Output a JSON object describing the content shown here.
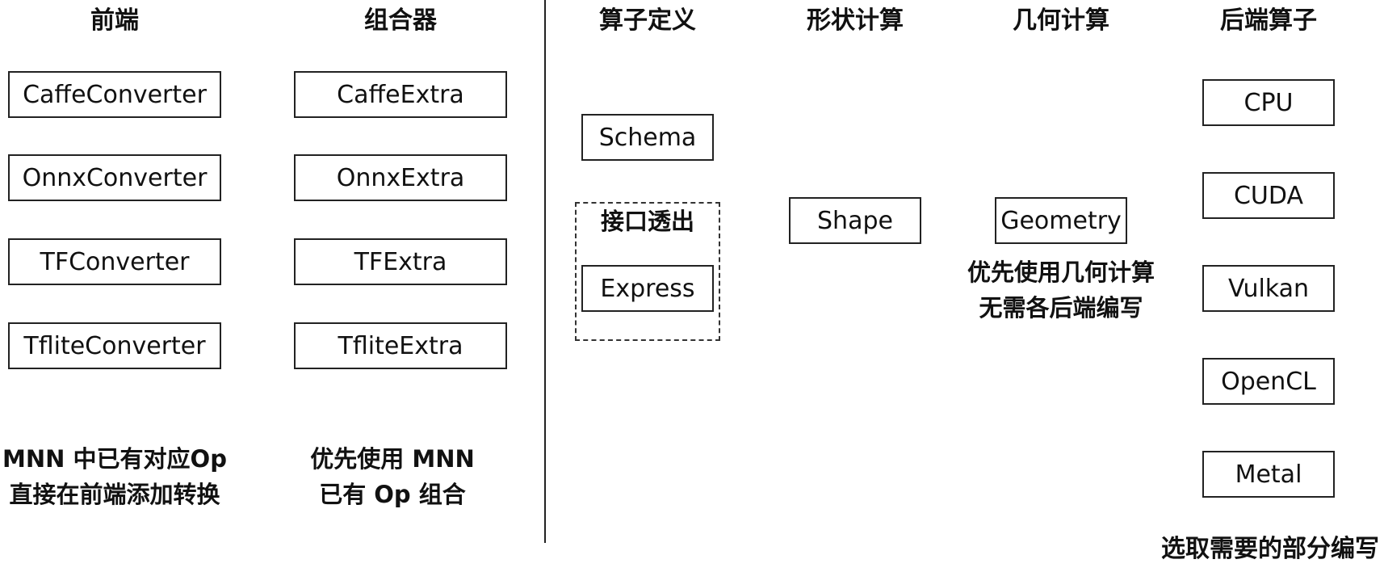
{
  "headings": {
    "frontend": "前端",
    "combiner": "组合器",
    "op_def": "算子定义",
    "shape_calc": "形状计算",
    "geometry_calc": "几何计算",
    "backend_ops": "后端算子"
  },
  "frontend": {
    "boxes": [
      "CaffeConverter",
      "OnnxConverter",
      "TFConverter",
      "TfliteConverter"
    ],
    "note": [
      "MNN 中已有对应Op",
      "直接在前端添加转换"
    ]
  },
  "combiner": {
    "boxes": [
      "CaffeExtra",
      "OnnxExtra",
      "TFExtra",
      "TfliteExtra"
    ],
    "note": [
      "优先使用 MNN",
      "已有 Op 组合"
    ]
  },
  "op_def": {
    "schema": "Schema",
    "group_label": "接口透出",
    "express": "Express"
  },
  "shape": {
    "box": "Shape"
  },
  "geometry": {
    "box": "Geometry",
    "note": [
      "优先使用几何计算",
      "无需各后端编写"
    ]
  },
  "backends": {
    "boxes": [
      "CPU",
      "CUDA",
      "Vulkan",
      "OpenCL",
      "Metal"
    ],
    "note": "选取需要的部分编写"
  }
}
